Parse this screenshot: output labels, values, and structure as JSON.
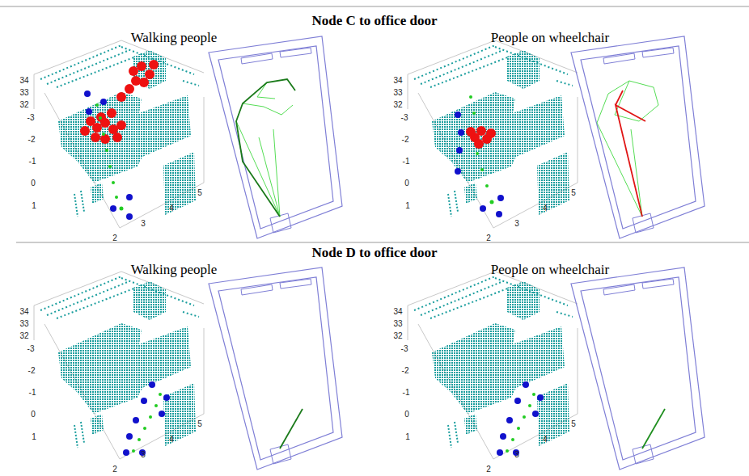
{
  "diagram": {
    "labels": [
      "Node C to office door",
      "Walking people",
      "People on wheelchair",
      "34",
      "33",
      "32",
      "-3",
      "-2",
      "-1",
      "0",
      "1",
      "2",
      "3",
      "4",
      "5",
      "34",
      "33",
      "32",
      "-3",
      "-2",
      "-1",
      "0",
      "1",
      "2",
      "3",
      "4",
      "5",
      "Node D to office door",
      "Walking people",
      "People on wheelchair",
      "34",
      "33",
      "32",
      "-3",
      "-2",
      "-1",
      "0",
      "1",
      "2",
      "3",
      "4",
      "5",
      "34",
      "33",
      "32",
      "-3",
      "-2",
      "-1",
      "0",
      "1",
      "2",
      "3",
      "4",
      "5"
    ]
  }
}
